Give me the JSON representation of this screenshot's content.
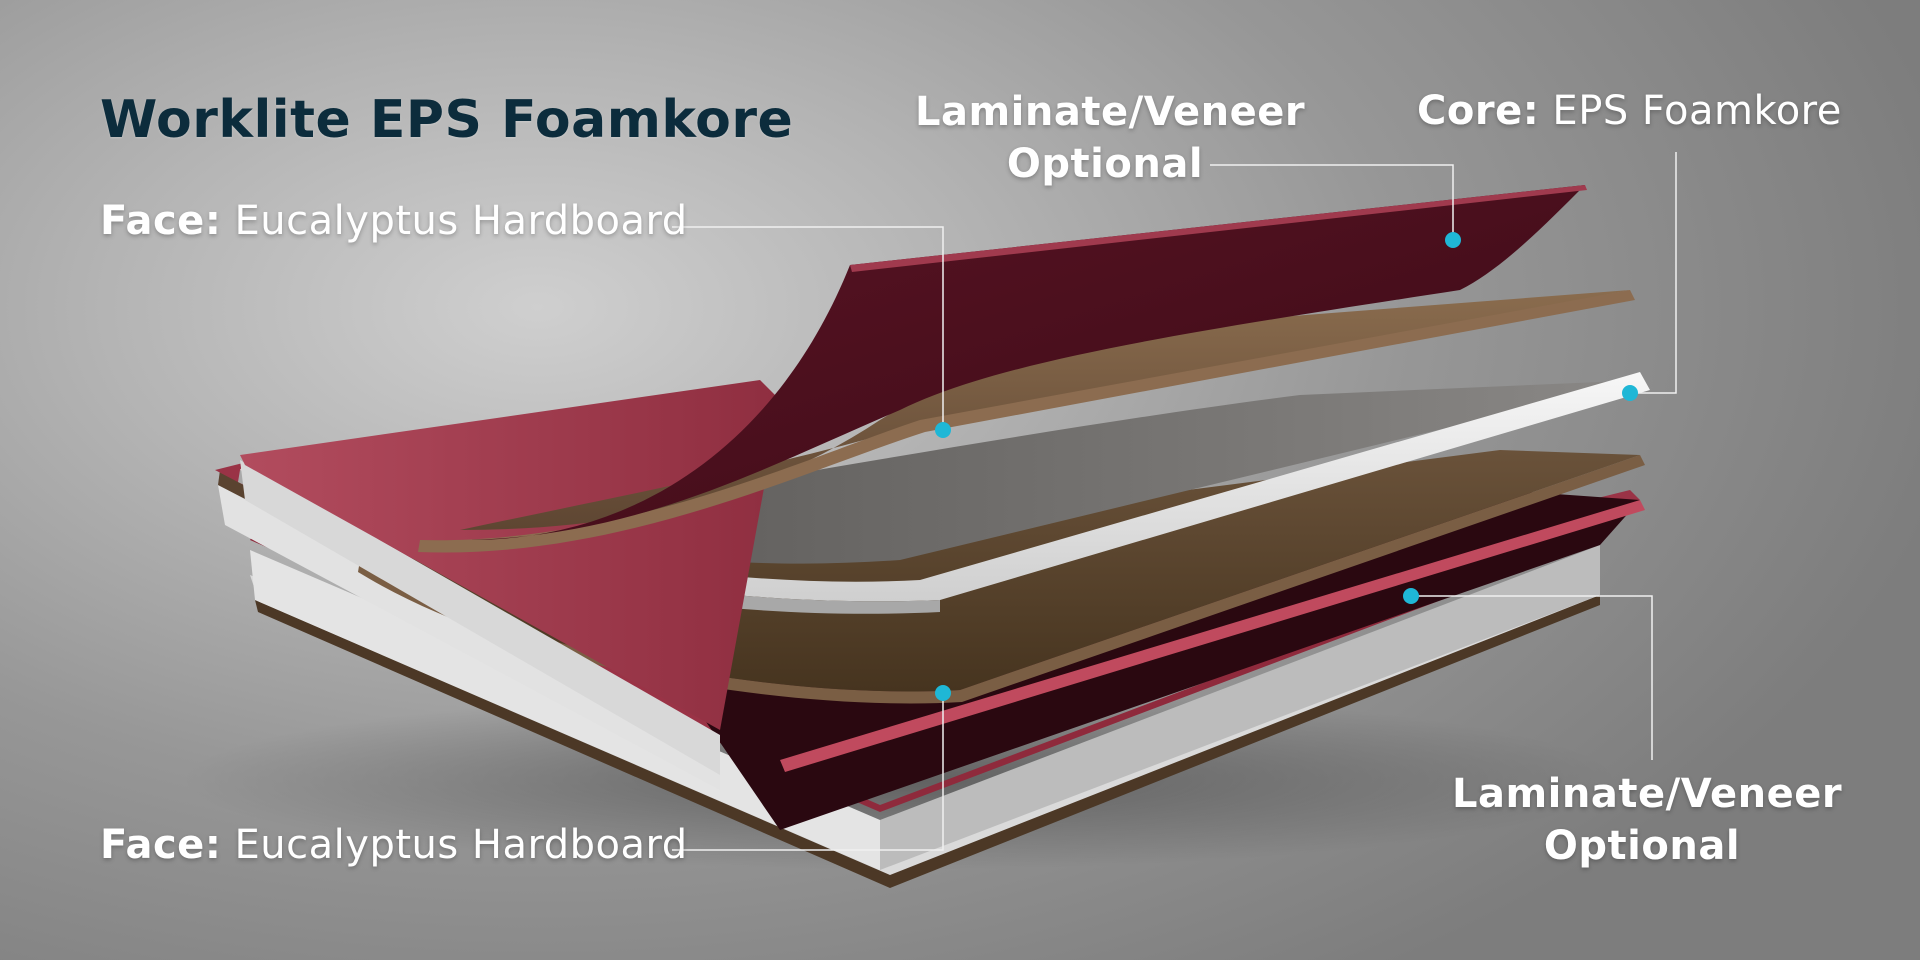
{
  "title": "Worklite EPS Foamkore",
  "labels": {
    "face_top": {
      "bold": "Face",
      "sep": ":",
      "text": " Eucalyptus Hardboard"
    },
    "face_bottom": {
      "bold": "Face",
      "sep": ":",
      "text": " Eucalyptus Hardboard"
    },
    "core": {
      "bold": "Core",
      "sep": ":",
      "text": " EPS Foamkore"
    },
    "laminate_top": {
      "line1": "Laminate/Veneer",
      "line2": "Optional"
    },
    "laminate_bottom": {
      "line1": "Laminate/Veneer",
      "line2": "Optional"
    }
  },
  "colors": {
    "laminate": "#8e2a3c",
    "hardboard": "#6e563e",
    "foam": "#ececec",
    "marker": "#1fb7d6",
    "leader_line": "#f0f0f0",
    "title": "#0c2c3c"
  }
}
